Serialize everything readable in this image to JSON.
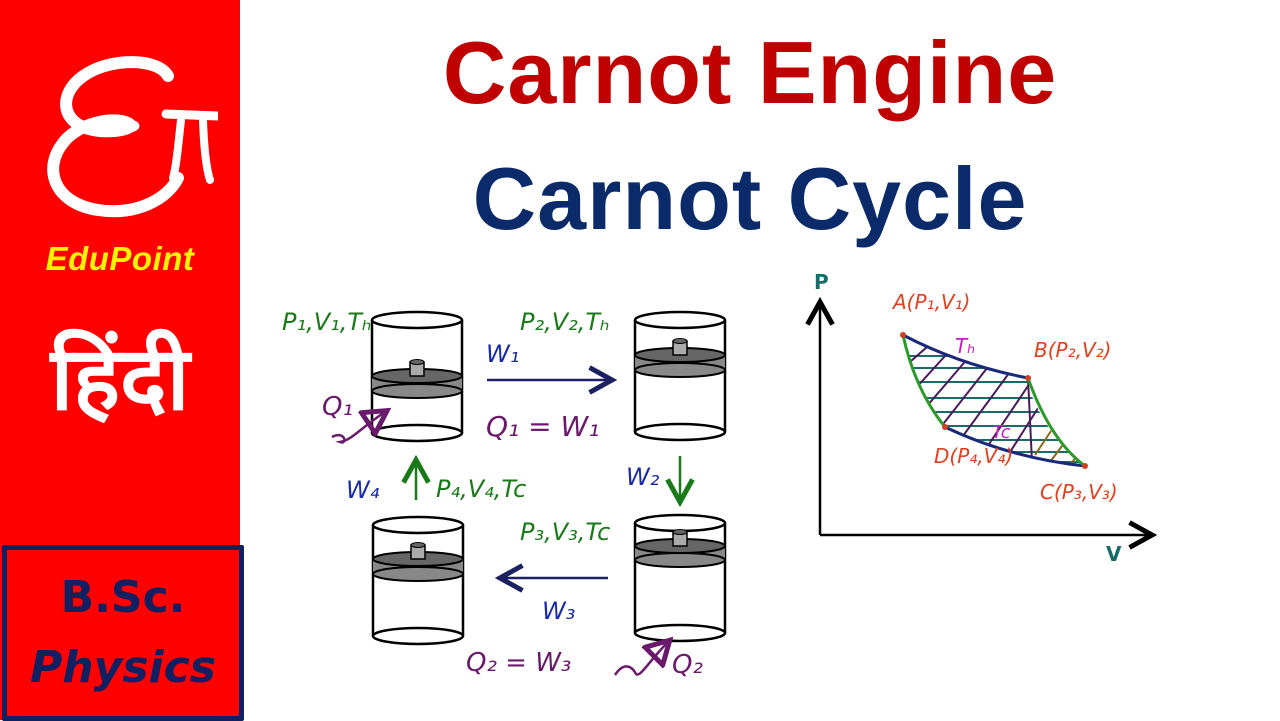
{
  "sidebar": {
    "logo": "E-pi-logo",
    "brand": "EduPoint",
    "language": "हिंदी",
    "course": {
      "line1": "B.Sc.",
      "line2": "Physics"
    },
    "colors": {
      "background": "#fe0000",
      "brand_text": "#fff200",
      "course_border": "#102060"
    }
  },
  "titles": {
    "line1": "Carnot Engine",
    "line2": "Carnot Cycle",
    "colors": {
      "line1": "#c00000",
      "line2": "#0b2a6a"
    }
  },
  "cycle_diagram": {
    "states": [
      {
        "id": "state-1",
        "label": "P₁,V₁,Tₕ"
      },
      {
        "id": "state-2",
        "label": "P₂,V₂,Tₕ"
      },
      {
        "id": "state-3",
        "label": "P₃,V₃,Tc"
      },
      {
        "id": "state-4",
        "label": "P₄,V₄,Tc"
      }
    ],
    "work_labels": {
      "w1": "W₁",
      "w2": "W₂",
      "w3": "W₃",
      "w4": "W₄"
    },
    "heat_labels": {
      "q1": "Q₁",
      "q2": "Q₂"
    },
    "equations": {
      "eq1": "Q₁ = W₁",
      "eq2": "Q₂ = W₃"
    }
  },
  "pv_diagram": {
    "axis_y": "P",
    "axis_x": "V",
    "points": {
      "a": "A(P₁,V₁)",
      "b": "B(P₂,V₂)",
      "c": "C(P₃,V₃)",
      "d": "D(P₄,V₄)"
    },
    "isotherm_hot": "Tₕ",
    "isotherm_cold": "Tc"
  }
}
